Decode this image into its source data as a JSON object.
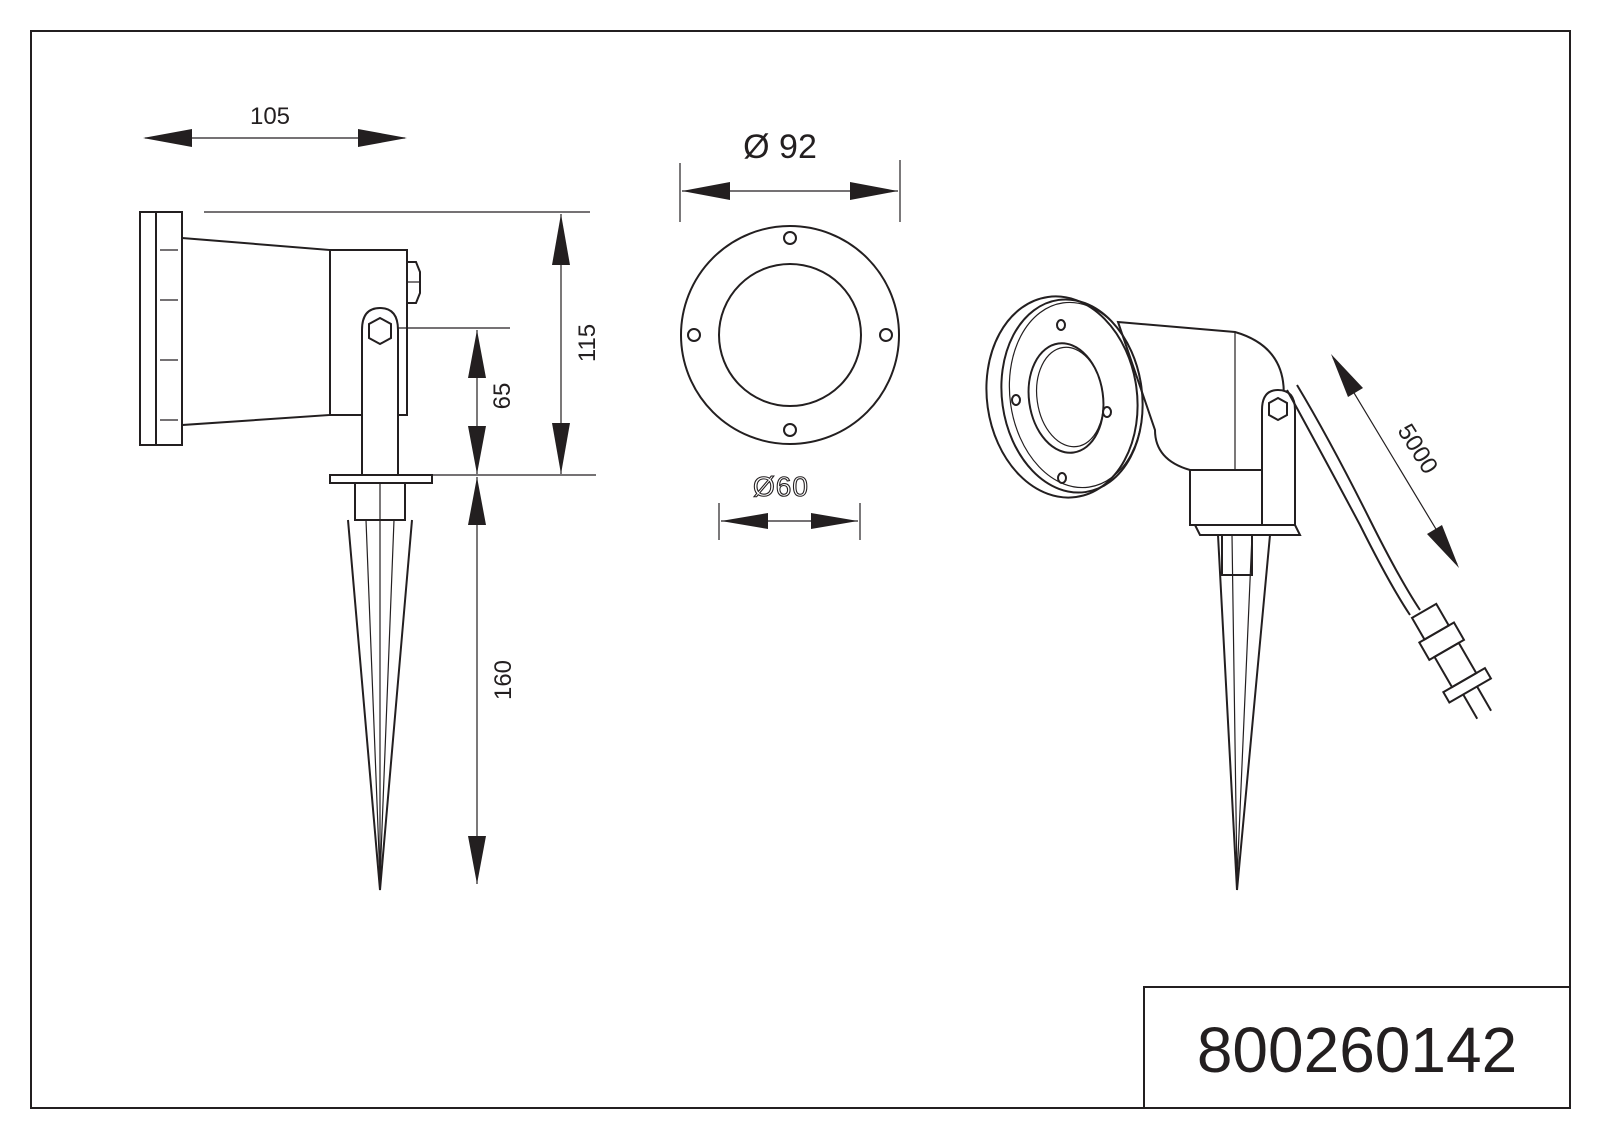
{
  "dimensions": {
    "width_depth": "105",
    "outer_diameter": "Ø 92",
    "total_height": "115",
    "pivot_height": "65",
    "lens_diameter": "Ø60",
    "spike_length": "160",
    "cable_length": "5000"
  },
  "title_block": {
    "article_number": "800260142"
  }
}
